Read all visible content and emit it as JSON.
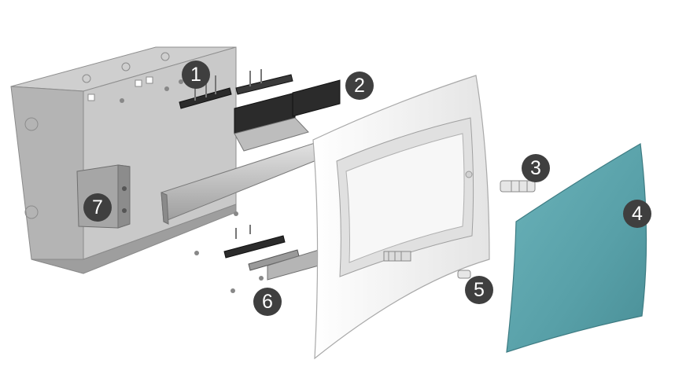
{
  "diagram": {
    "callouts": [
      {
        "id": "1",
        "label": "1"
      },
      {
        "id": "2",
        "label": "2"
      },
      {
        "id": "3",
        "label": "3"
      },
      {
        "id": "4",
        "label": "4"
      },
      {
        "id": "5",
        "label": "5"
      },
      {
        "id": "6",
        "label": "6"
      },
      {
        "id": "7",
        "label": "7"
      }
    ],
    "colors": {
      "box": "#b8b8b8",
      "box_dark": "#9c9c9c",
      "frame": "#f4f4f4",
      "cover": "#5aa3ab",
      "terminal": "#2a2a2a",
      "callout": "#3f3f3f"
    }
  }
}
